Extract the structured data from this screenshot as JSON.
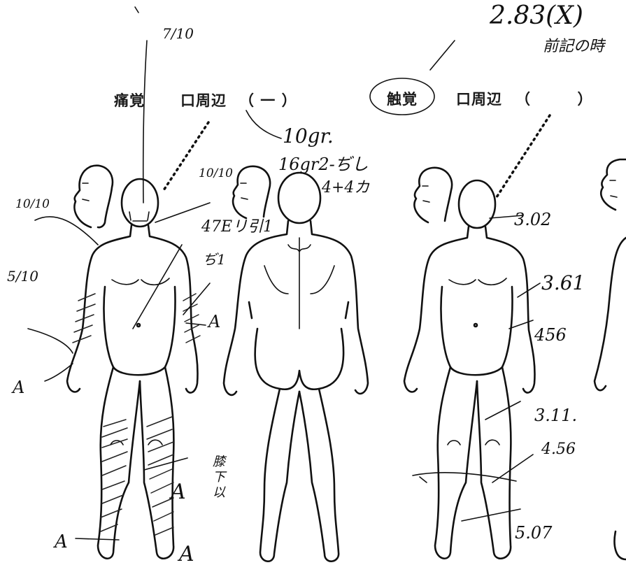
{
  "labels": {
    "pain": "痛覚",
    "pain_area": "口周辺",
    "pain_bracket": "（ 一 ）",
    "touch": "触覚",
    "touch_area": "口周辺",
    "touch_bracket": "（        ）"
  },
  "handwriting": {
    "top_value": "2.83(X)",
    "top_note": "前記の時",
    "frac_7_10": "7/10",
    "frac_10_10_left": "10/10",
    "frac_10_10_mid": "10/10",
    "frac_5_10": "5/10",
    "gram_line1": "10gr.",
    "gram_line2": "16gr2-ぢし",
    "gram_line3": "4+4カ",
    "note_47": "47Eリ引1",
    "note_ti": "ぢ1",
    "val_302": "3.02",
    "val_361": "3.61",
    "val_456a": "456",
    "val_311": "3.11.",
    "val_456b": "4.56",
    "val_507": "5.07",
    "mark_a1": "A",
    "mark_a2": "A",
    "mark_a3": "A",
    "mark_a4": "A",
    "mark_a5": "A",
    "side_note": "膝\n下\n以"
  }
}
